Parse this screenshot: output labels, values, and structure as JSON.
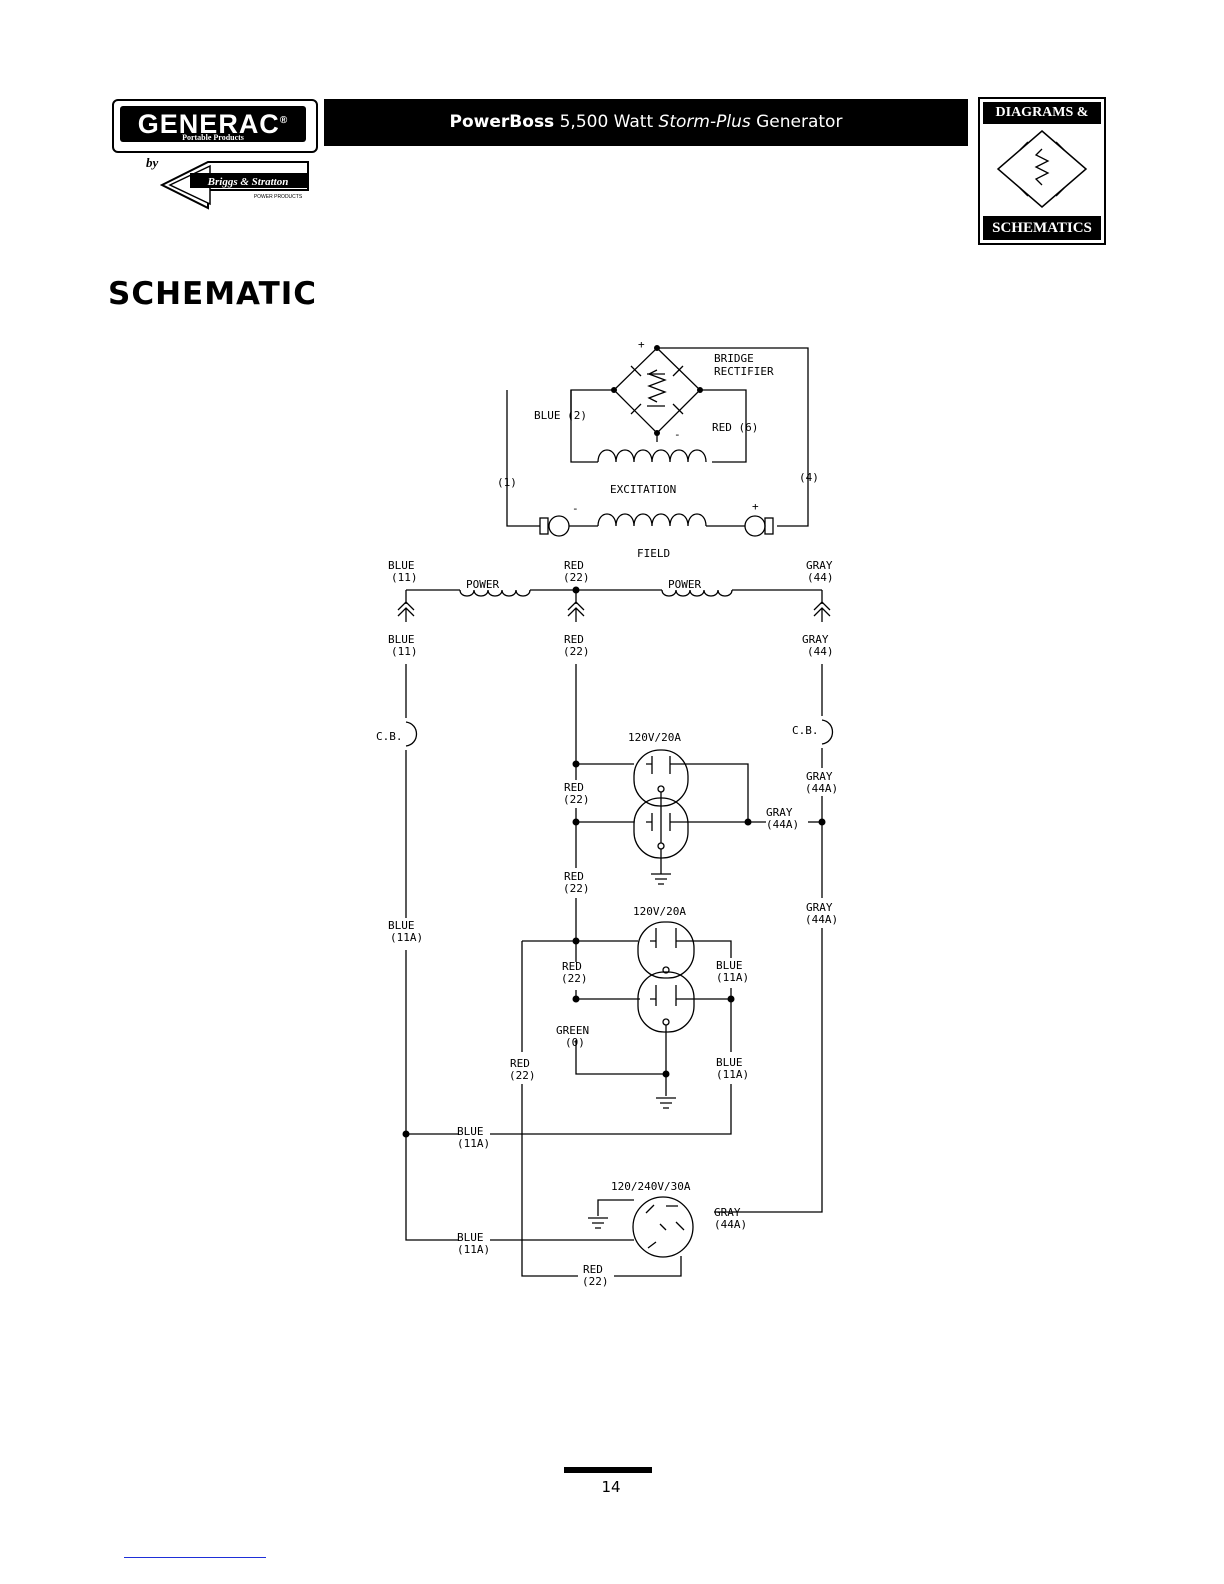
{
  "header": {
    "logo_text": "GENERAC",
    "logo_reg": "®",
    "logo_sub": "Portable Products",
    "by": "by",
    "partner_logo": "Briggs & Stratton",
    "partner_sub": "POWER PRODUCTS",
    "title_bold": "PowerBoss",
    "title_mid": "5,500 Watt",
    "title_italic": "Storm-Plus",
    "title_end": "Generator",
    "badge_top": "DIAGRAMS &",
    "badge_bottom": "SCHEMATICS"
  },
  "section_title": "SCHEMATIC",
  "diagram": {
    "bridge": {
      "plus": "+",
      "minus": "-",
      "label1": "BRIDGE",
      "label2": "RECTIFIER",
      "blue2": "BLUE (2)",
      "red6": "RED (6)"
    },
    "wire1": "(1)",
    "wire4": "(4)",
    "excitation": "EXCITATION",
    "field": "FIELD",
    "field_minus": "-",
    "field_plus": "+",
    "top": {
      "blue": "BLUE",
      "n11": "(11)",
      "red": "RED",
      "n22": "(22)",
      "gray": "GRAY",
      "n44": "(44)",
      "power": "POWER"
    },
    "cb": "C.B.",
    "rec1": "120V/20A",
    "rec2": "120V/20A",
    "twistlock": "120/240V/30A",
    "blue": "BLUE",
    "red": "RED",
    "gray": "GRAY",
    "green": "GREEN",
    "n11a": "(11A)",
    "n22": "(22)",
    "n44a": "(44A)",
    "n0": "(0)"
  },
  "footer": {
    "page_number": "14"
  }
}
